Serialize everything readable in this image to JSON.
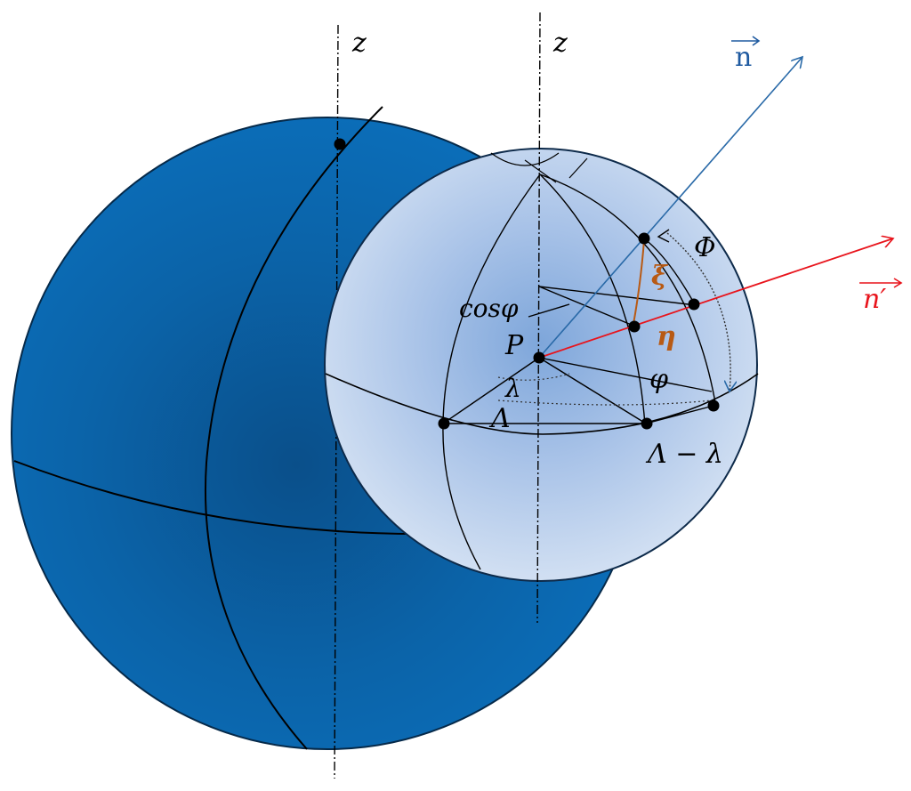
{
  "labels": {
    "z_earth": "z",
    "z_local": "z",
    "n_vector": "n",
    "n_prime_vector": "n′",
    "Phi": "Φ",
    "xi": "ξ",
    "eta": "η",
    "cos_phi": "cosφ",
    "P": "P",
    "phi": "φ",
    "lambda": "λ",
    "Lambda": "Λ",
    "Lambda_minus_lambda": "Λ − λ"
  },
  "colors": {
    "earth_fill": "#0a6ab4",
    "earth_edge": "#062a4a",
    "small_sphere_fill": "#c9d9ef",
    "small_sphere_center": "#7fa7da",
    "n_vector": "#2a6aa8",
    "n_prime_vector": "#e8141c",
    "xi_eta_labels": "#b85a14",
    "n_label": "#1f5aa0",
    "n_prime_label": "#e8141c",
    "lines": "#000000"
  },
  "icons": {
    "dot": "filled-circle-point",
    "arrow": "arrowhead"
  }
}
